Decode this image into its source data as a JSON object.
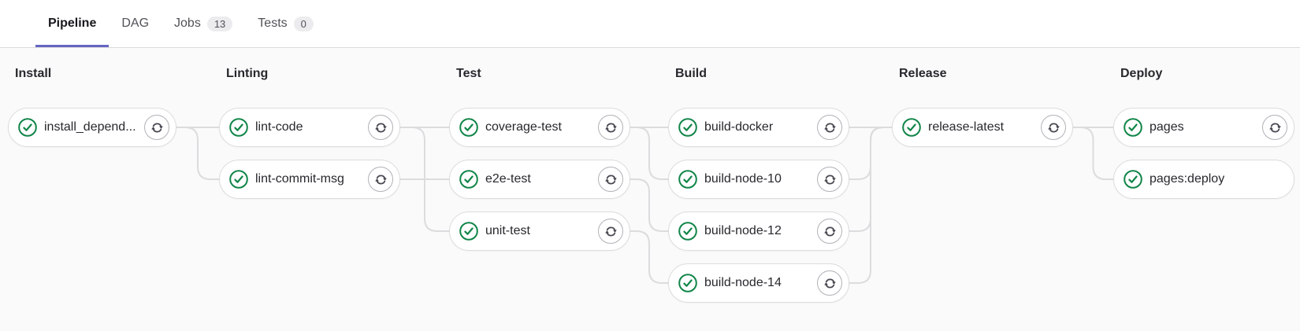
{
  "tabs": [
    {
      "label": "Pipeline",
      "active": true
    },
    {
      "label": "DAG",
      "active": false
    },
    {
      "label": "Jobs",
      "active": false,
      "badge": "13"
    },
    {
      "label": "Tests",
      "active": false,
      "badge": "0"
    }
  ],
  "colors": {
    "success_green": "#108548",
    "active_tab_underline": "#6666c4",
    "link_gray": "#dcdcde",
    "retry_arrow_gray": "#48464f"
  },
  "pipeline": {
    "stages": [
      {
        "title": "Install",
        "jobs": [
          {
            "name": "install_depend...",
            "status": "success",
            "has_retry": true
          }
        ]
      },
      {
        "title": "Linting",
        "jobs": [
          {
            "name": "lint-code",
            "status": "success",
            "has_retry": true
          },
          {
            "name": "lint-commit-msg",
            "status": "success",
            "has_retry": true
          }
        ]
      },
      {
        "title": "Test",
        "jobs": [
          {
            "name": "coverage-test",
            "status": "success",
            "has_retry": true
          },
          {
            "name": "e2e-test",
            "status": "success",
            "has_retry": true
          },
          {
            "name": "unit-test",
            "status": "success",
            "has_retry": true
          }
        ]
      },
      {
        "title": "Build",
        "jobs": [
          {
            "name": "build-docker",
            "status": "success",
            "has_retry": true
          },
          {
            "name": "build-node-10",
            "status": "success",
            "has_retry": true
          },
          {
            "name": "build-node-12",
            "status": "success",
            "has_retry": true
          },
          {
            "name": "build-node-14",
            "status": "success",
            "has_retry": true
          }
        ]
      },
      {
        "title": "Release",
        "jobs": [
          {
            "name": "release-latest",
            "status": "success",
            "has_retry": true
          }
        ]
      },
      {
        "title": "Deploy",
        "jobs": [
          {
            "name": "pages",
            "status": "success",
            "has_retry": true
          },
          {
            "name": "pages:deploy",
            "status": "success",
            "has_retry": false
          }
        ]
      }
    ],
    "links": [
      {
        "from": [
          0,
          0
        ],
        "to": [
          1,
          0
        ]
      },
      {
        "from": [
          0,
          0
        ],
        "to": [
          1,
          1
        ]
      },
      {
        "from": [
          1,
          0
        ],
        "to": [
          2,
          0
        ]
      },
      {
        "from": [
          1,
          1
        ],
        "to": [
          2,
          1
        ]
      },
      {
        "from": [
          1,
          0
        ],
        "to": [
          2,
          2
        ]
      },
      {
        "from": [
          2,
          0
        ],
        "to": [
          3,
          0
        ]
      },
      {
        "from": [
          2,
          0
        ],
        "to": [
          3,
          1
        ]
      },
      {
        "from": [
          2,
          1
        ],
        "to": [
          3,
          2
        ]
      },
      {
        "from": [
          2,
          2
        ],
        "to": [
          3,
          3
        ]
      },
      {
        "from": [
          3,
          0
        ],
        "to": [
          4,
          0
        ]
      },
      {
        "from": [
          3,
          1
        ],
        "to": [
          4,
          0
        ]
      },
      {
        "from": [
          3,
          2
        ],
        "to": [
          4,
          0
        ]
      },
      {
        "from": [
          3,
          3
        ],
        "to": [
          4,
          0
        ]
      },
      {
        "from": [
          4,
          0
        ],
        "to": [
          5,
          0
        ]
      },
      {
        "from": [
          4,
          0
        ],
        "to": [
          5,
          1
        ]
      }
    ]
  }
}
